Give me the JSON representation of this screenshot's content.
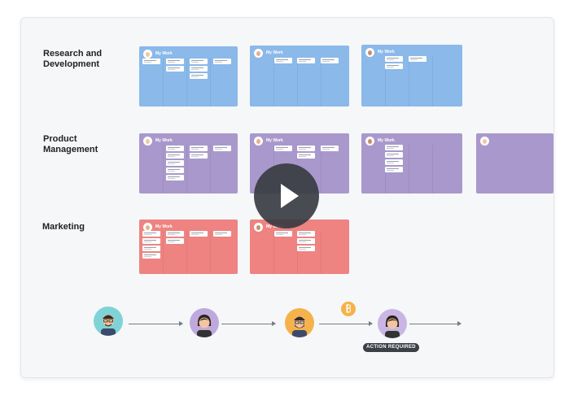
{
  "rows": [
    {
      "label": "Research and\nDevelopment"
    },
    {
      "label": "Product\nManagement"
    },
    {
      "label": "Marketing"
    }
  ],
  "board_title": "My Work",
  "colors": {
    "research": "#8ab9ea",
    "product": "#a998cc",
    "marketing": "#ee8381",
    "badge": "#3b3f46",
    "coin": "#f5b24a",
    "frame": "#f6f7f9"
  },
  "workflow": {
    "badge_label": "ACTION REQUIRED"
  },
  "icons": {
    "play": "play-icon",
    "coin": "coin-icon",
    "arrow": "arrow-right-icon"
  }
}
